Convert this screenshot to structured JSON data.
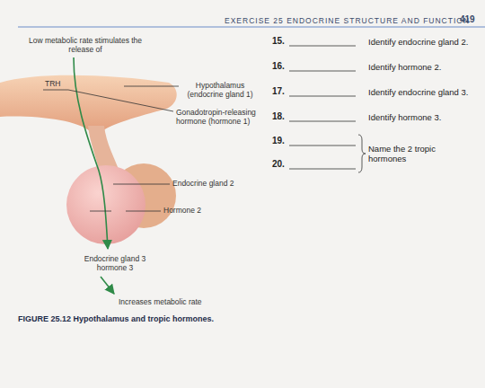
{
  "diagram": {
    "caption": "FIGURE 25.12 Hypothalamus and tropic hormones.",
    "labels": [
      "EXERCISE 25 ENDOCRINE STRUCTURE AND FUNCTION",
      "419",
      "Low metabolic rate stimulates the release of",
      "15.",
      "Identify endocrine gland 2.",
      "16.",
      "Identify hormone 2.",
      "TRH",
      "Hypothalamus (endocrine gland 1)",
      "17.",
      "Identify endocrine gland 3.",
      "18.",
      "Identify hormone 3.",
      "Gonadotropin-releasing hormone (hormone 1)",
      "19.",
      "20.",
      "Name the 2 tropic hormones",
      "Endocrine gland 2",
      "Hormone 2",
      "Endocrine gland 3 hormone 3",
      "Increases metabolic rate"
    ]
  }
}
